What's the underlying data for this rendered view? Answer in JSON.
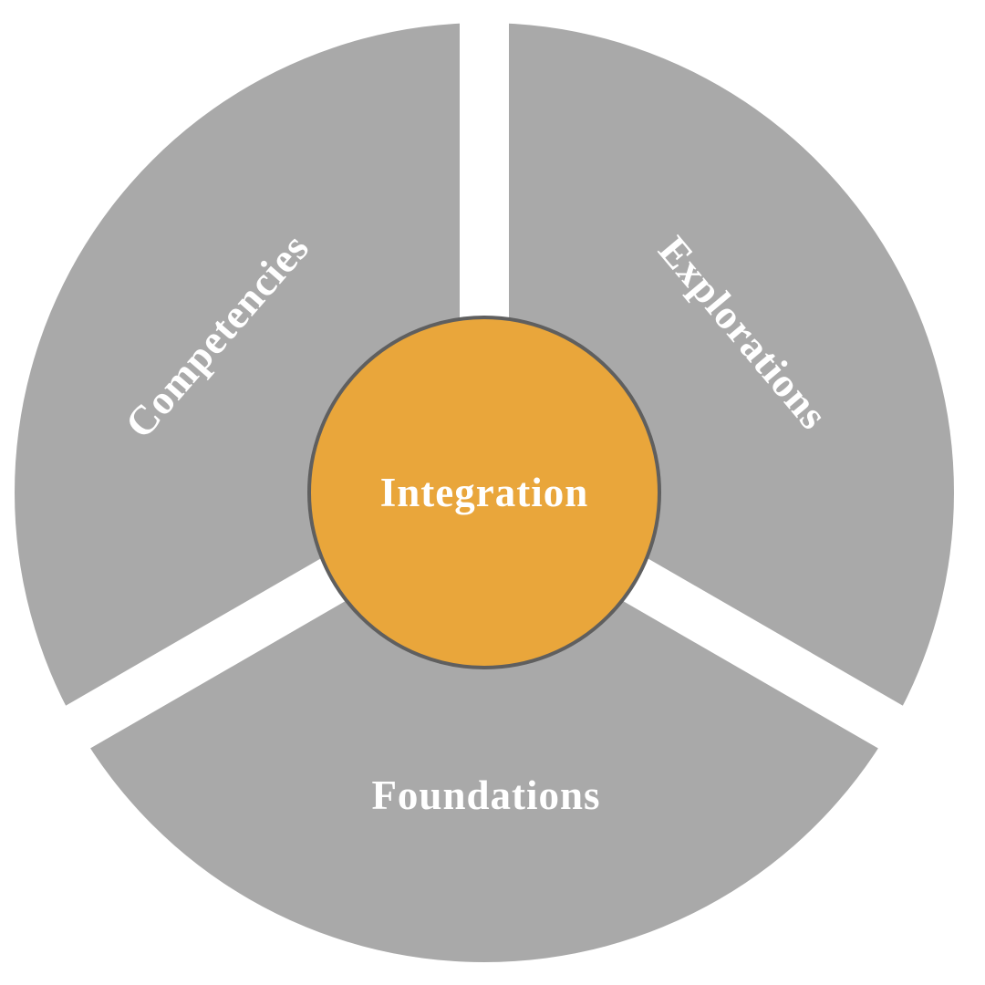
{
  "diagram": {
    "type": "segmented-circle",
    "hub": {
      "label": "Integration"
    },
    "segments": [
      {
        "label": "Competencies",
        "position": "upper-left",
        "label_rotation_deg": -49
      },
      {
        "label": "Explorations",
        "position": "upper-right",
        "label_rotation_deg": 50
      },
      {
        "label": "Foundations",
        "position": "bottom",
        "label_rotation_deg": 0
      }
    ],
    "colors": {
      "background": "#ffffff",
      "segment_fill": "#a9a9a9",
      "separator": "#ffffff",
      "hub_fill": "#e9a63b",
      "hub_stroke": "#5f5f5f",
      "label_text": "#ffffff"
    }
  }
}
